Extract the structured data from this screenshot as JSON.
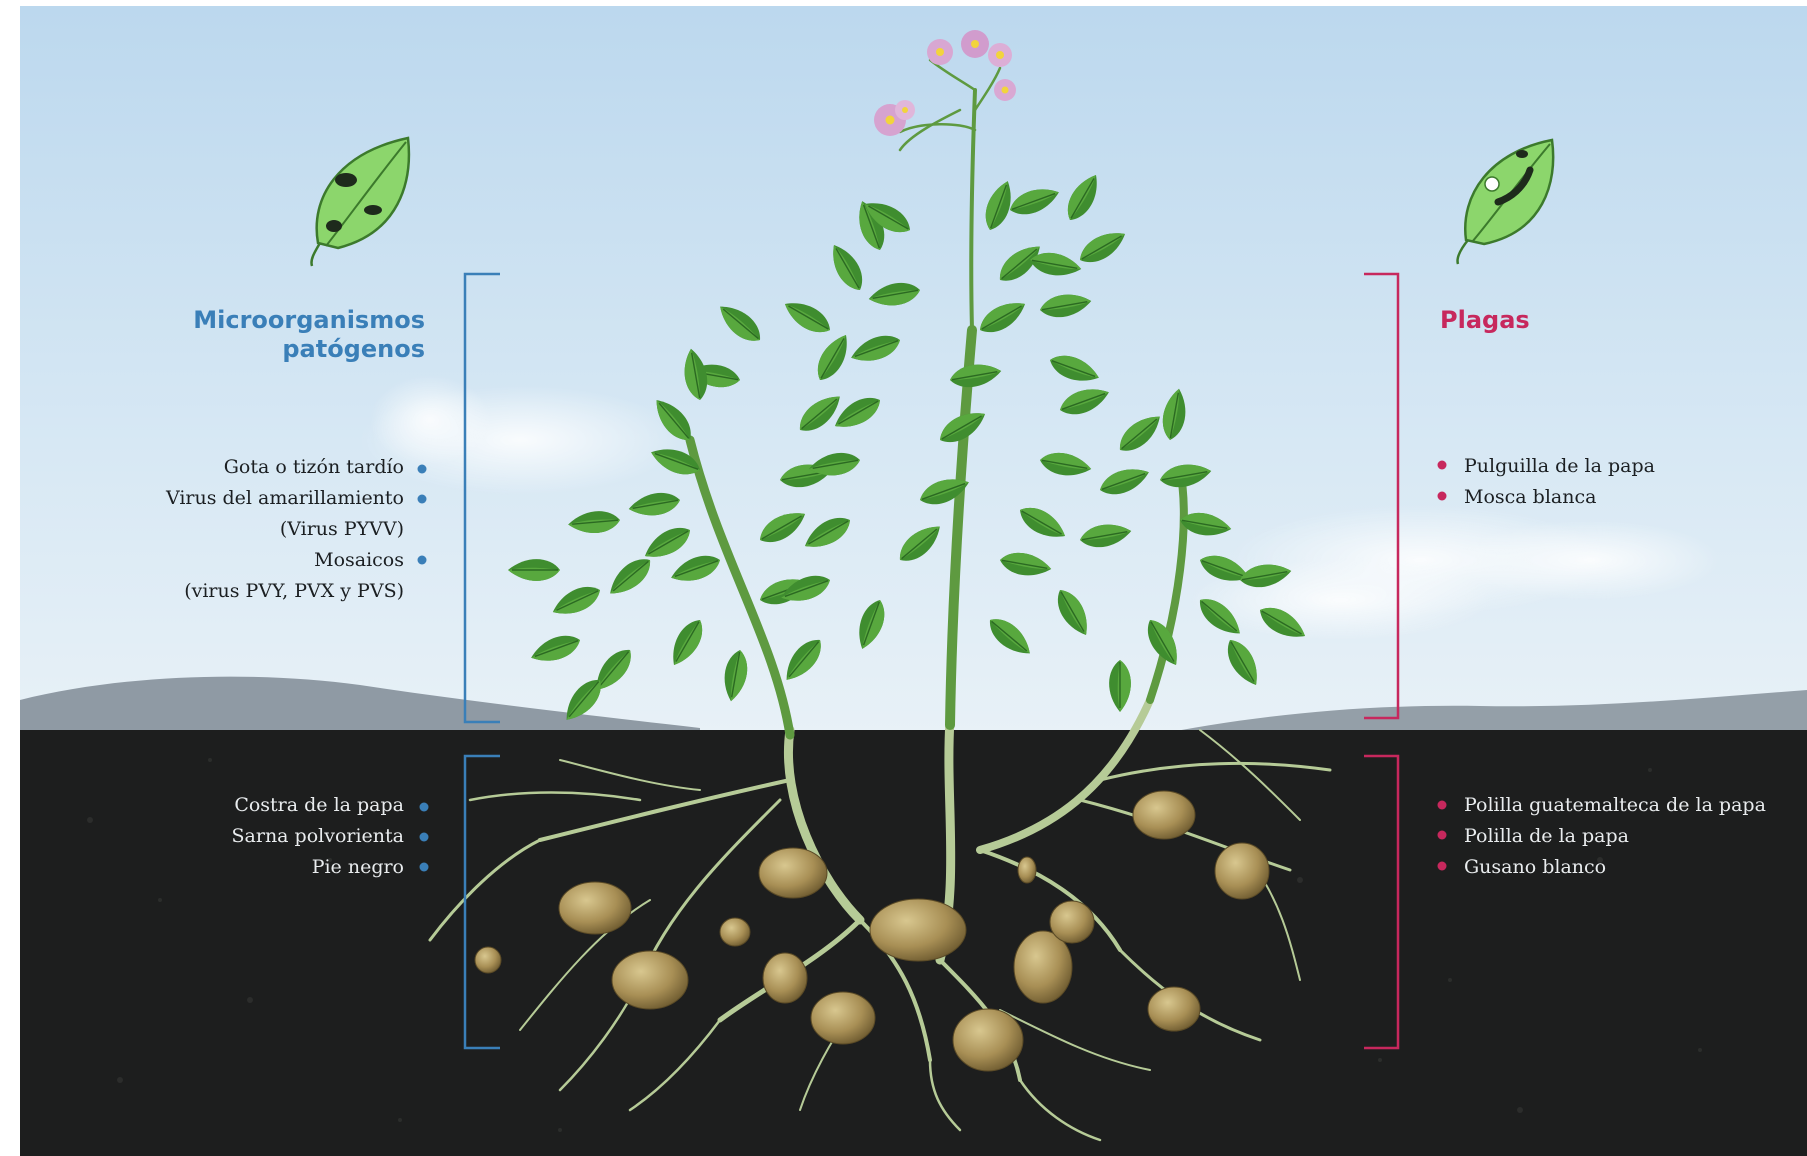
{
  "colors": {
    "sky_top": "#c3dcee",
    "sky_bottom": "#e9f2f8",
    "soil": "#1c1d1d",
    "pathogen_accent": "#3a7fb8",
    "pest_accent": "#c7285d",
    "foliage": "#3f8a2f",
    "tuber": "#b19a5e",
    "root": "#b8cc9a"
  },
  "icons": {
    "left": "diseased-leaf-icon",
    "right": "chewed-leaf-icon"
  },
  "pathogens": {
    "title_line1": "Microorganismos",
    "title_line2": "patógenos",
    "above_ground": [
      {
        "name": "Gota o tizón tardío"
      },
      {
        "name": "Virus del amarillamiento",
        "detail": "(Virus PYVV)"
      },
      {
        "name": "Mosaicos",
        "detail": "(virus PVY, PVX y PVS)"
      }
    ],
    "below_ground": [
      {
        "name": "Costra de la papa"
      },
      {
        "name": "Sarna polvorienta"
      },
      {
        "name": "Pie negro"
      }
    ]
  },
  "pests": {
    "title": "Plagas",
    "above_ground": [
      {
        "name": "Pulguilla de la papa"
      },
      {
        "name": "Mosca blanca"
      }
    ],
    "below_ground": [
      {
        "name": "Polilla guatemalteca de la papa"
      },
      {
        "name": "Polilla de la papa"
      },
      {
        "name": "Gusano blanco"
      }
    ]
  }
}
